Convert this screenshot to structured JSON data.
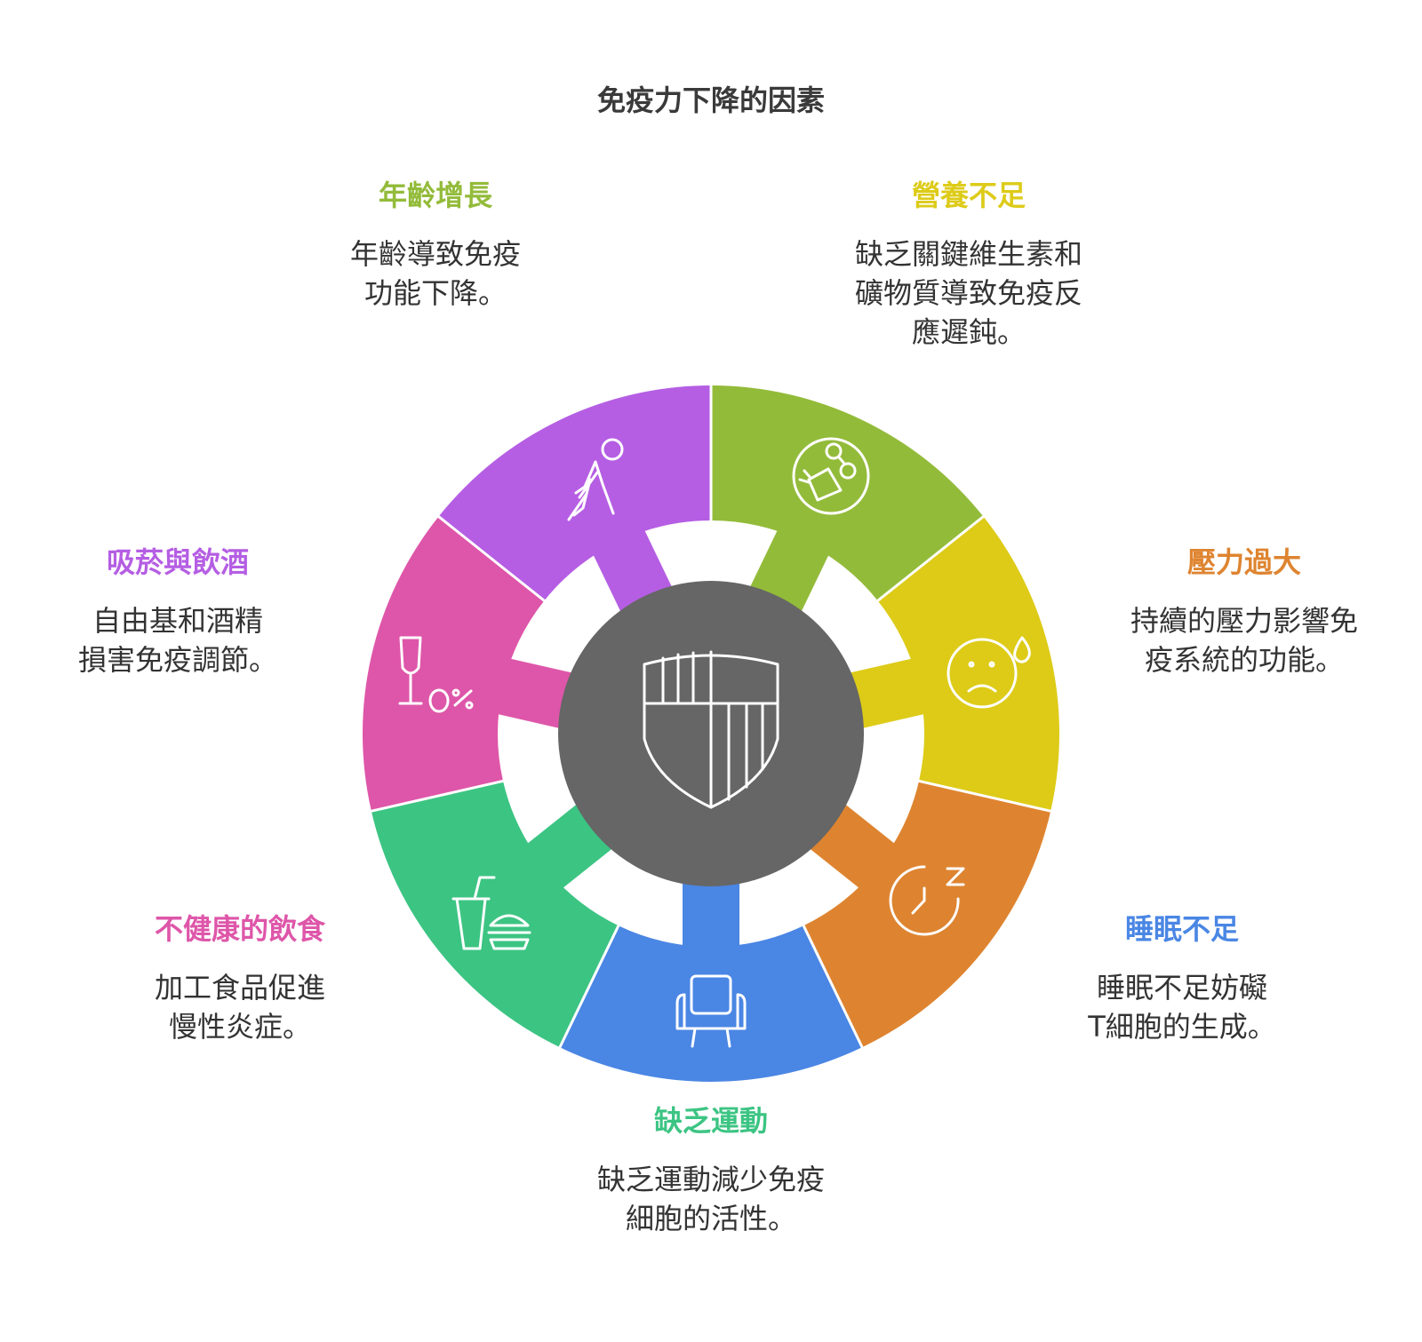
{
  "title": "免疫力下降的因素",
  "colors": {
    "center": "#666666",
    "age": "#93BB3A",
    "nutrition": "#DDCB18",
    "stress": "#DE8430",
    "sleep": "#4A86E4",
    "exercise": "#3CC483",
    "diet": "#DE56A9",
    "smoking": "#B55EE3"
  },
  "center_icon": "shield-icon",
  "factors": [
    {
      "key": "age",
      "title": "年齡增長",
      "desc": [
        "年齡導致免疫",
        "功能下降。"
      ],
      "icon": "walking-elderly-icon"
    },
    {
      "key": "nutrition",
      "title": "營養不足",
      "desc": [
        "缺乏關鍵維生素和",
        "礦物質導致免疫反",
        "應遲鈍。"
      ],
      "icon": "vegetables-icon"
    },
    {
      "key": "stress",
      "title": "壓力過大",
      "desc": [
        "持續的壓力影響免",
        "疫系統的功能。"
      ],
      "icon": "sad-face-icon"
    },
    {
      "key": "sleep",
      "title": "睡眠不足",
      "desc": [
        "睡眠不足妨礙",
        "T細胞的生成。"
      ],
      "icon": "clock-sleep-icon"
    },
    {
      "key": "exercise",
      "title": "缺乏運動",
      "desc": [
        "缺乏運動減少免疫",
        "細胞的活性。"
      ],
      "icon": "armchair-icon"
    },
    {
      "key": "diet",
      "title": "不健康的飲食",
      "desc": [
        "加工食品促進",
        "慢性炎症。"
      ],
      "icon": "fast-food-icon"
    },
    {
      "key": "smoking",
      "title": "吸菸與飲酒",
      "desc": [
        "自由基和酒精",
        "損害免疫調節。"
      ],
      "icon": "alcohol-icon"
    }
  ]
}
